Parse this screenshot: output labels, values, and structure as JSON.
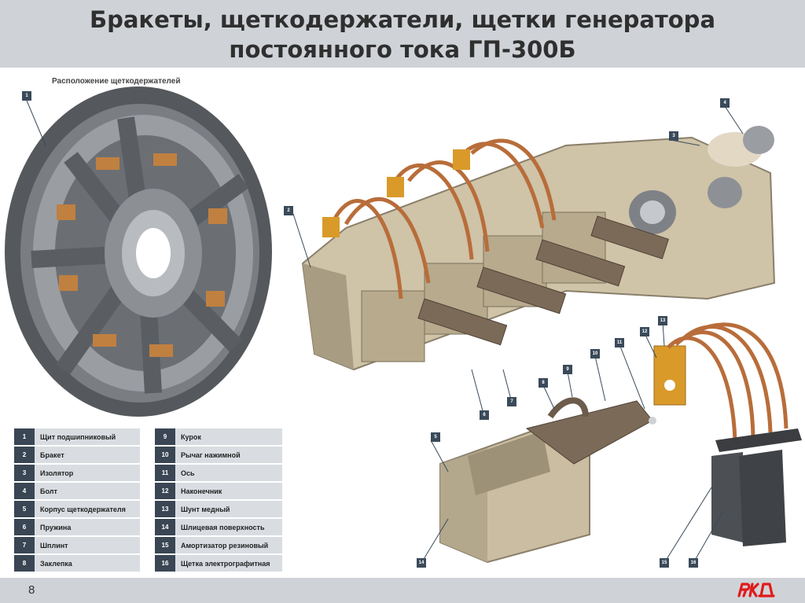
{
  "header": {
    "title_line1": "Бракеты, щеткодержатели, щетки генератора",
    "title_line2": "постоянного тока ГП-300Б"
  },
  "diagram": {
    "subtitle": "Расположение щеткодержателей",
    "callouts": [
      "1",
      "2",
      "3",
      "4",
      "5",
      "6",
      "7",
      "8",
      "9",
      "10",
      "11",
      "12",
      "13",
      "14",
      "15",
      "16"
    ]
  },
  "legend_left": [
    {
      "num": "1",
      "label": "Щит подшипниковый"
    },
    {
      "num": "2",
      "label": "Бракет"
    },
    {
      "num": "3",
      "label": "Изолятор"
    },
    {
      "num": "4",
      "label": "Болт"
    },
    {
      "num": "5",
      "label": "Корпус щеткодержателя"
    },
    {
      "num": "6",
      "label": "Пружина"
    },
    {
      "num": "7",
      "label": "Шплинт"
    },
    {
      "num": "8",
      "label": "Заклепка"
    }
  ],
  "legend_right": [
    {
      "num": "9",
      "label": "Курок"
    },
    {
      "num": "10",
      "label": "Рычаг нажимной"
    },
    {
      "num": "11",
      "label": "Ось"
    },
    {
      "num": "12",
      "label": "Наконечник"
    },
    {
      "num": "13",
      "label": "Шунт медный"
    },
    {
      "num": "14",
      "label": "Шлицевая поверхность"
    },
    {
      "num": "15",
      "label": "Амортизатор резиновый"
    },
    {
      "num": "16",
      "label": "Щетка электрографитная"
    }
  ],
  "footer": {
    "page_number": "8",
    "logo_text": "РЖД"
  },
  "colors": {
    "header_bg": "#cfd3d8",
    "title_text": "#2f2f2f",
    "logo_red": "#e21a1a",
    "legend_num_bg": "#3a4654",
    "legend_label_bg": "#d9dde2"
  }
}
